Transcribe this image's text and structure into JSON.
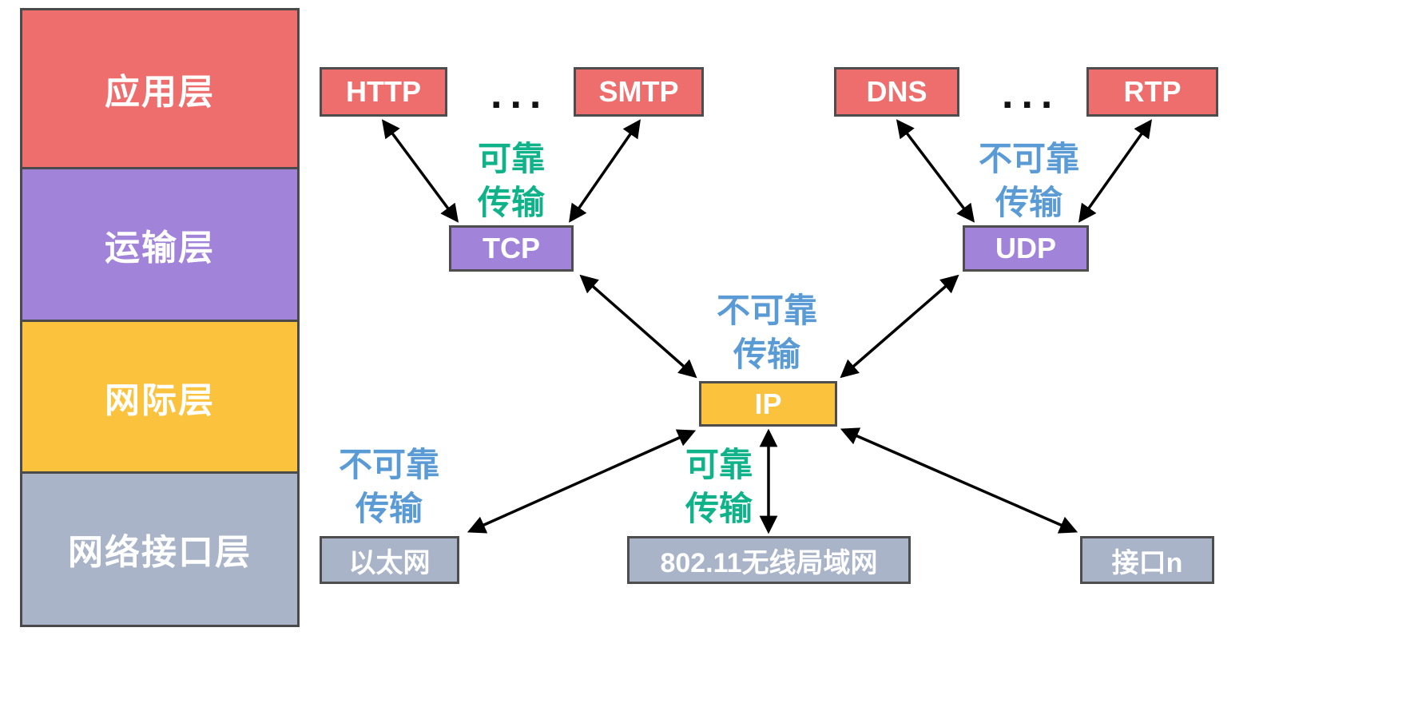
{
  "diagram": {
    "layers": [
      {
        "label": "应用层"
      },
      {
        "label": "运输层"
      },
      {
        "label": "网际层"
      },
      {
        "label": "网络接口层"
      }
    ],
    "nodes": {
      "http": "HTTP",
      "smtp": "SMTP",
      "dns": "DNS",
      "rtp": "RTP",
      "tcp": "TCP",
      "udp": "UDP",
      "ip": "IP",
      "ethernet": "以太网",
      "wlan": "802.11无线局域网",
      "interface_n": "接口n"
    },
    "ellipsis": "...",
    "annotations": {
      "tcp_reliable": {
        "line1": "可靠",
        "line2": "传输"
      },
      "udp_unreliable": {
        "line1": "不可靠",
        "line2": "传输"
      },
      "ip_unreliable": {
        "line1": "不可靠",
        "line2": "传输"
      },
      "ethernet_unreliable": {
        "line1": "不可靠",
        "line2": "传输"
      },
      "wlan_reliable": {
        "line1": "可靠",
        "line2": "传输"
      }
    },
    "colors": {
      "application_layer": "#ee6e6e",
      "transport_layer": "#a183d9",
      "internet_layer": "#fbc23d",
      "link_layer": "#a9b4c9",
      "reliable_label": "#10b389",
      "unreliable_label": "#5b9bd5",
      "box_text": "#ffffff",
      "box_border": "#4d4d4d",
      "arrow": "#000000"
    }
  }
}
